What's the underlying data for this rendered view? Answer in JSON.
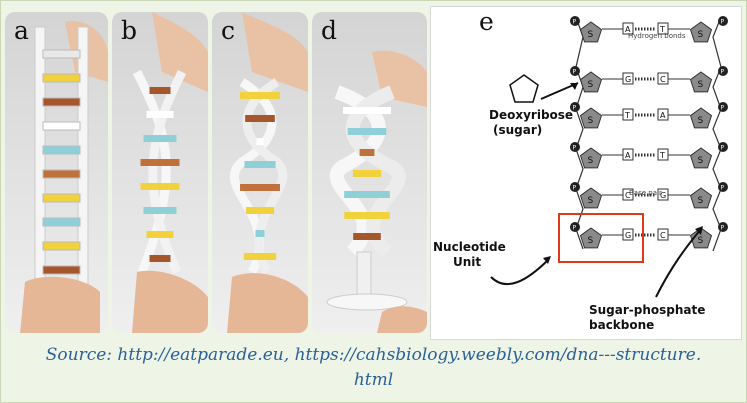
{
  "panels": {
    "a": {
      "label": "a"
    },
    "b": {
      "label": "b"
    },
    "c": {
      "label": "c"
    },
    "d": {
      "label": "d"
    },
    "e": {
      "label": "e"
    }
  },
  "diagram": {
    "hydrogen_bonds": "Hydrogen bonds",
    "deoxyribose": "Deoxyribose",
    "sugar": "(sugar)",
    "base_pair": "Base pair",
    "nucleotide": "Nucleotide",
    "unit": "Unit",
    "backbone_1": "Sugar-phosphate",
    "backbone_2": "backbone",
    "sugar_letter": "S",
    "phosphate_letter": "P",
    "pairs": [
      [
        "A",
        "T"
      ],
      [
        "G",
        "C"
      ],
      [
        "T",
        "A"
      ],
      [
        "A",
        "T"
      ],
      [
        "C",
        "G"
      ],
      [
        "G",
        "C"
      ]
    ]
  },
  "caption": {
    "line1": "Source: http://eatparade.eu, https://cahsbiology.weebly.com/dna---structure.",
    "line2": "html"
  },
  "colors": {
    "caption": "#2a6196",
    "highlight": "#e0391a",
    "pentagon": "#8a8a8a"
  }
}
